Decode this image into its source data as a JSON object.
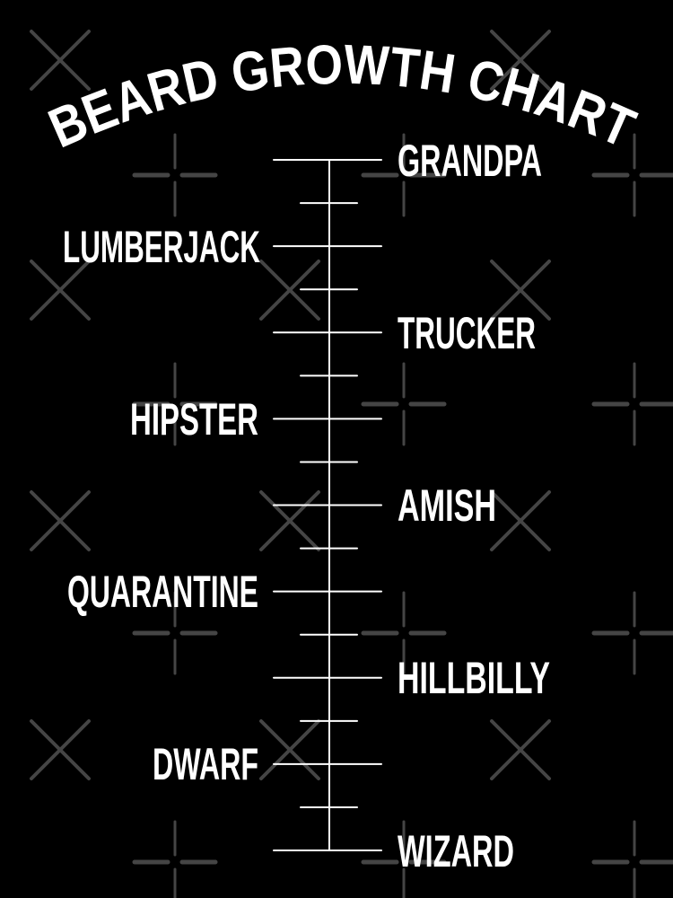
{
  "title": "BEARD GROWTH CHART",
  "colors": {
    "background": "#000000",
    "foreground": "#ffffff",
    "watermark": "#454545"
  },
  "watermark_icons": [
    "x-cross-icon",
    "plus-cross-icon"
  ],
  "levels": {
    "right": [
      "GRANDPA",
      "TRUCKER",
      "AMISH",
      "HILLBILLY",
      "WIZARD"
    ],
    "left": [
      "LUMBERJACK",
      "HIPSTER",
      "QUARANTINE",
      "DWARF"
    ]
  }
}
